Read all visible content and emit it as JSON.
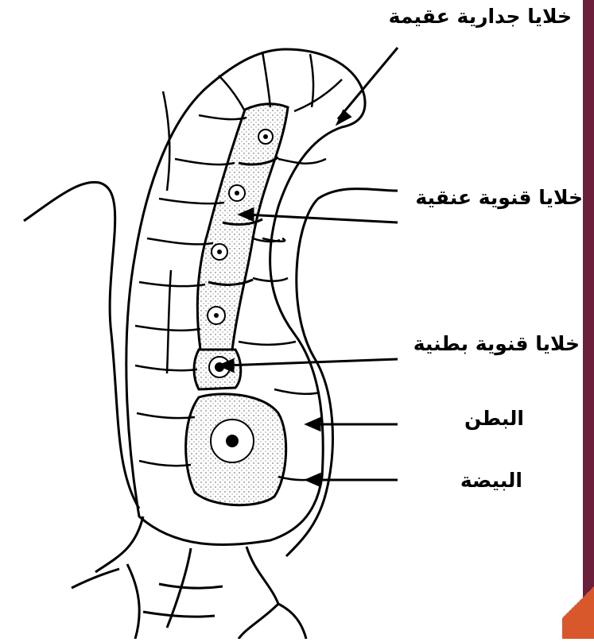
{
  "labels": {
    "sterile_jacket_cells": "خلايا جدارية عقيمة",
    "neck_canal_cells": "خلايا قنوية عنقية",
    "venter_canal_cell": "خلايا قنوية بطنية",
    "venter": "البطن",
    "egg": "البيضة"
  },
  "colors": {
    "accent": "#6b1f3a",
    "accent_orange": "#d9582b",
    "line": "#000000",
    "background": "#ffffff"
  }
}
